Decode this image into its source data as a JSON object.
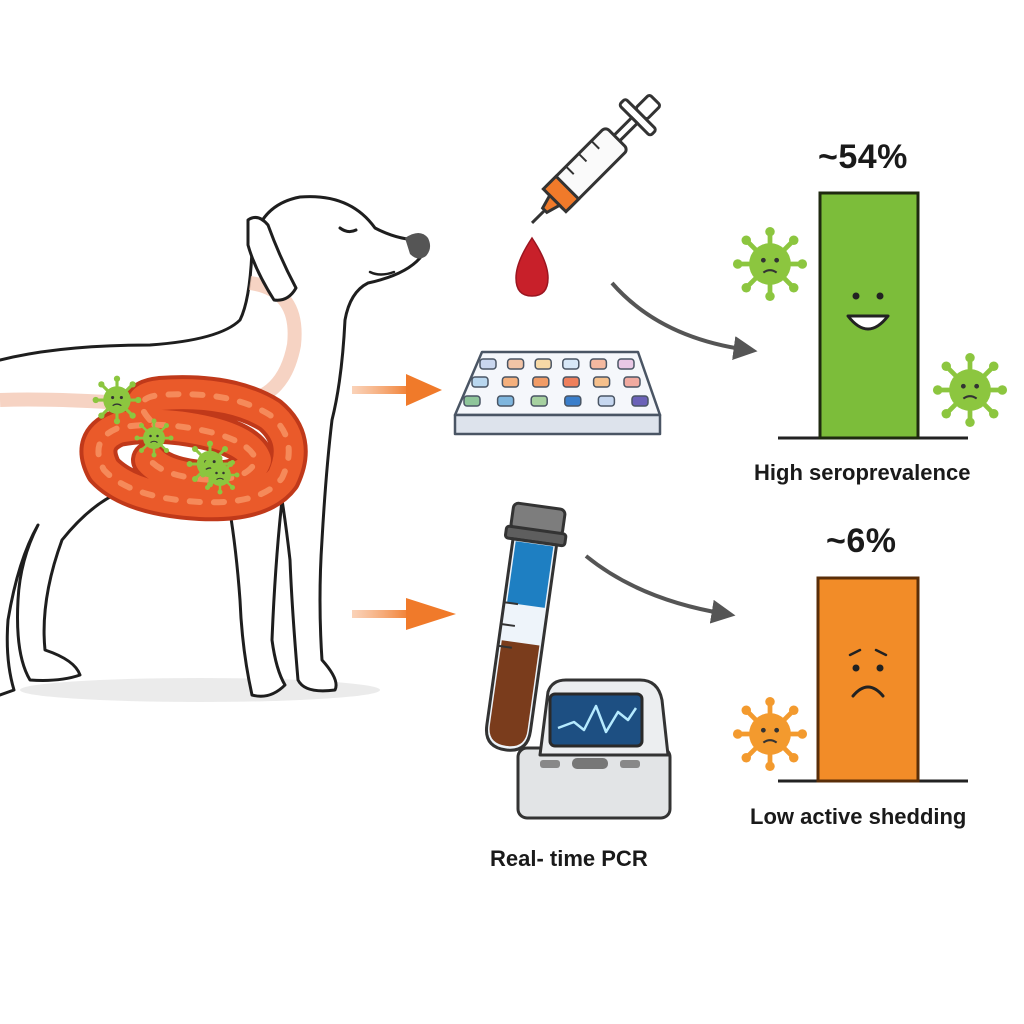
{
  "serology": {
    "percent_label": "~54%",
    "percent_value": 54,
    "caption": "High seroprevalence",
    "bar_color": "#7cbd3a"
  },
  "pcr": {
    "percent_label": "~6%",
    "percent_value": 6,
    "caption": "Low active shedding",
    "bar_color": "#f28c28"
  },
  "method_label": "Real- time PCR",
  "colors": {
    "arrow_orange": "#f07a2a",
    "arrow_gray": "#555555",
    "intestine": "#ea5a2a",
    "virus_green": "#8cc63f",
    "virus_orange": "#f39a2e",
    "blood": "#c8202a"
  },
  "icons": [
    "dog-illustration",
    "intestine-icon",
    "virus-icon",
    "syringe-icon",
    "blood-drop-icon",
    "elisa-plate-icon",
    "sample-tube-icon",
    "pcr-machine-icon"
  ]
}
